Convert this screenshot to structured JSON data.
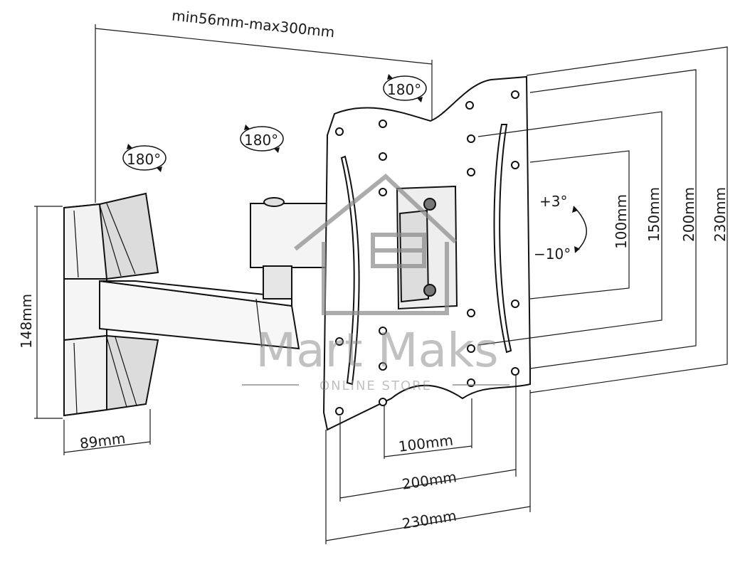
{
  "dimensions": {
    "arm_extension": "min56mm-max300mm",
    "wall_plate_height": "148mm",
    "wall_plate_width": "89mm",
    "vesa_v_100": "100mm",
    "vesa_v_150": "150mm",
    "vesa_v_200": "200mm",
    "vesa_v_230": "230mm",
    "vesa_h_100": "100mm",
    "vesa_h_200": "200mm",
    "vesa_h_230": "230mm"
  },
  "rotation": {
    "joint_wall": "180°",
    "joint_middle": "180°",
    "joint_head": "180°"
  },
  "tilt": {
    "up": "+3°",
    "down": "−10°"
  },
  "watermark": {
    "brand": "Mart Maks",
    "subtitle": "ONLINE STORE"
  }
}
